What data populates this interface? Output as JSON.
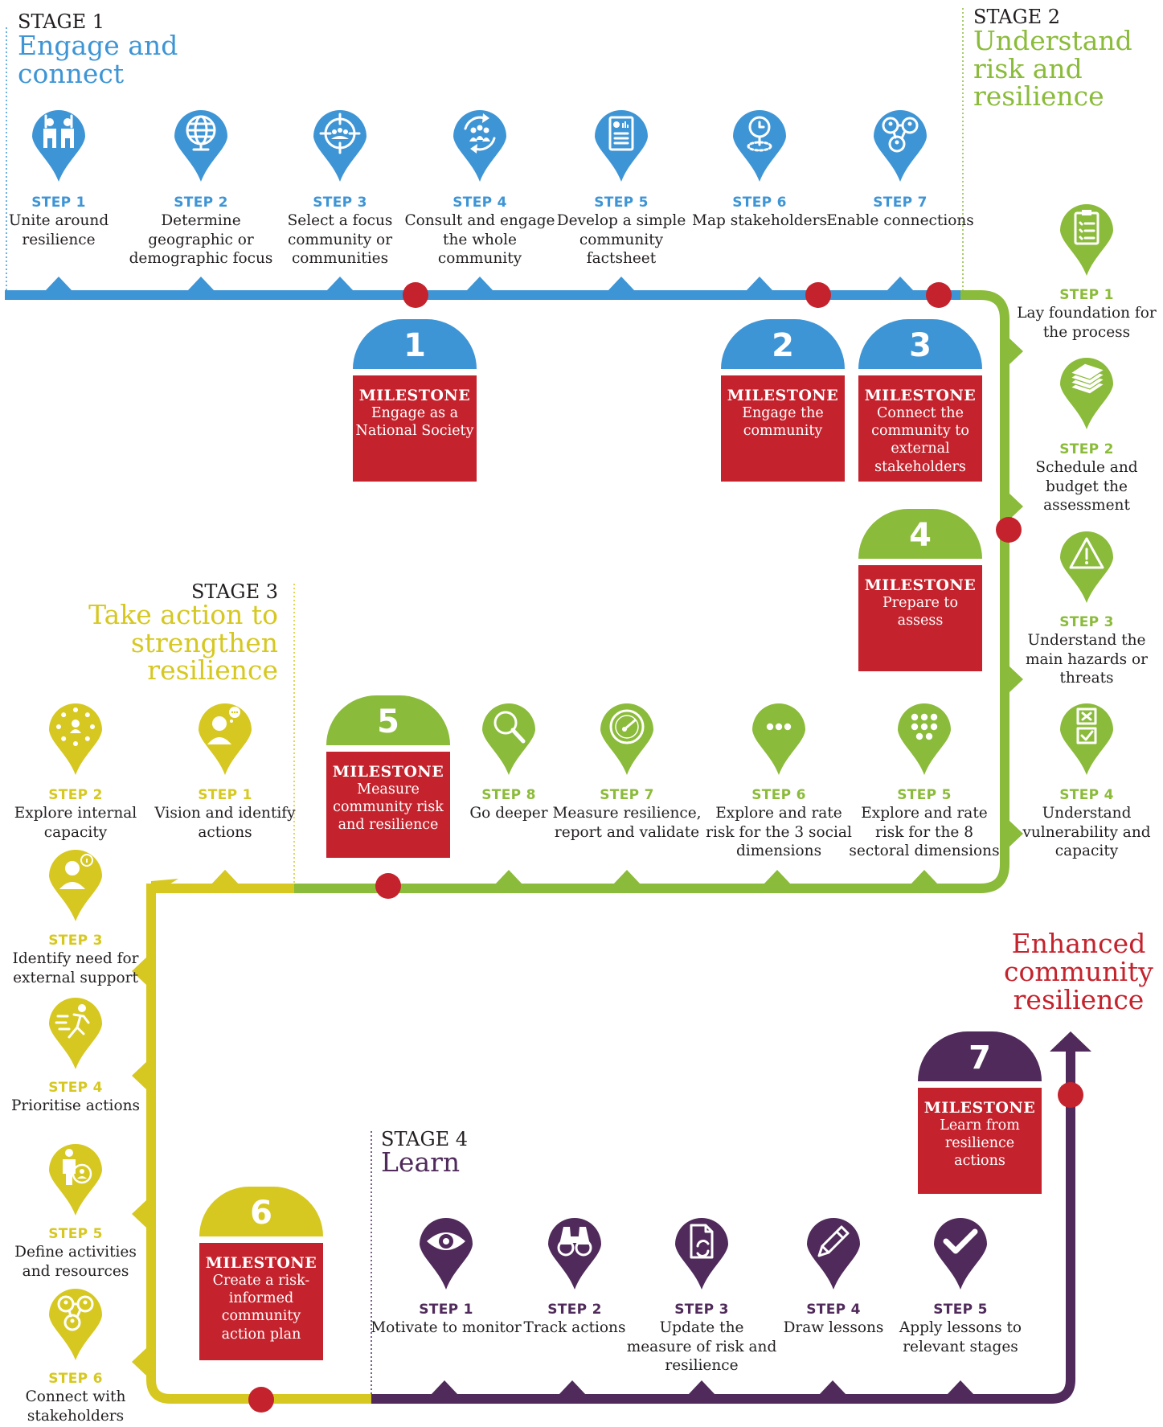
{
  "colors": {
    "blue": "#3e95d5",
    "green": "#8bbb3a",
    "yellow": "#d6c821",
    "purple": "#4f2a5a",
    "red": "#c4232d"
  },
  "stage1": {
    "label": "STAGE 1",
    "title": "Engage and connect",
    "steps": [
      {
        "num": "STEP 1",
        "text": "Unite around resilience",
        "icon": "people-icon"
      },
      {
        "num": "STEP 2",
        "text": "Determine geographic or demographic focus",
        "icon": "globe-icon"
      },
      {
        "num": "STEP 3",
        "text": "Select a focus community or communities",
        "icon": "target-icon"
      },
      {
        "num": "STEP 4",
        "text": "Consult and engage the whole community",
        "icon": "cycle-people-icon"
      },
      {
        "num": "STEP 5",
        "text": "Develop a simple community factsheet",
        "icon": "factsheet-icon"
      },
      {
        "num": "STEP 6",
        "text": "Map stakeholders",
        "icon": "map-pin-icon"
      },
      {
        "num": "STEP 7",
        "text": "Enable connections",
        "icon": "network-icon"
      }
    ]
  },
  "stage2": {
    "label": "STAGE 2",
    "title": "Understand risk and resilience",
    "steps": [
      {
        "num": "STEP 1",
        "text": "Lay foundation for the process",
        "icon": "clipboard-icon"
      },
      {
        "num": "STEP 2",
        "text": "Schedule and budget the assessment",
        "icon": "money-icon"
      },
      {
        "num": "STEP 3",
        "text": "Understand the main hazards or threats",
        "icon": "warning-icon"
      },
      {
        "num": "STEP 4",
        "text": "Understand vulnerability and capacity",
        "icon": "checkbox-icon"
      },
      {
        "num": "STEP 5",
        "text": "Explore and rate risk for the 8 sectoral dimensions",
        "icon": "eight-dots-icon"
      },
      {
        "num": "STEP 6",
        "text": "Explore and rate risk for the 3 social dimensions",
        "icon": "three-dots-icon"
      },
      {
        "num": "STEP 7",
        "text": "Measure resilience, report and validate",
        "icon": "gauge-icon"
      },
      {
        "num": "STEP 8",
        "text": "Go deeper",
        "icon": "magnifier-icon"
      }
    ]
  },
  "stage3": {
    "label": "STAGE 3",
    "title": "Take action to strengthen resilience",
    "steps": [
      {
        "num": "STEP 1",
        "text": "Vision and identify actions",
        "icon": "thinking-person-icon"
      },
      {
        "num": "STEP 2",
        "text": "Explore internal capacity",
        "icon": "arrows-in-icon"
      },
      {
        "num": "STEP 3",
        "text": "Identify need for external support",
        "icon": "support-person-icon"
      },
      {
        "num": "STEP 4",
        "text": "Prioritise actions",
        "icon": "runner-icon"
      },
      {
        "num": "STEP 5",
        "text": "Define activities and resources",
        "icon": "worker-icon"
      },
      {
        "num": "STEP 6",
        "text": "Connect with stakeholders",
        "icon": "network-icon"
      }
    ]
  },
  "stage4": {
    "label": "STAGE 4",
    "title": "Learn",
    "steps": [
      {
        "num": "STEP 1",
        "text": "Motivate to monitor",
        "icon": "eye-icon"
      },
      {
        "num": "STEP 2",
        "text": "Track actions",
        "icon": "binoculars-icon"
      },
      {
        "num": "STEP 3",
        "text": "Update the measure of risk and resilience",
        "icon": "document-refresh-icon"
      },
      {
        "num": "STEP 4",
        "text": "Draw lessons",
        "icon": "pencil-icon"
      },
      {
        "num": "STEP 5",
        "text": "Apply lessons to relevant stages",
        "icon": "checkmark-icon"
      }
    ]
  },
  "milestones": [
    {
      "num": "1",
      "label": "MILESTONE",
      "text": "Engage as a National Society"
    },
    {
      "num": "2",
      "label": "MILESTONE",
      "text": "Engage the community"
    },
    {
      "num": "3",
      "label": "MILESTONE",
      "text": "Connect the community to external stakeholders"
    },
    {
      "num": "4",
      "label": "MILESTONE",
      "text": "Prepare to assess"
    },
    {
      "num": "5",
      "label": "MILESTONE",
      "text": "Measure community risk and resilience"
    },
    {
      "num": "6",
      "label": "MILESTONE",
      "text": "Create a risk-informed community action plan"
    },
    {
      "num": "7",
      "label": "MILESTONE",
      "text": "Learn from resilience actions"
    }
  ],
  "final": "Enhanced community resilience"
}
